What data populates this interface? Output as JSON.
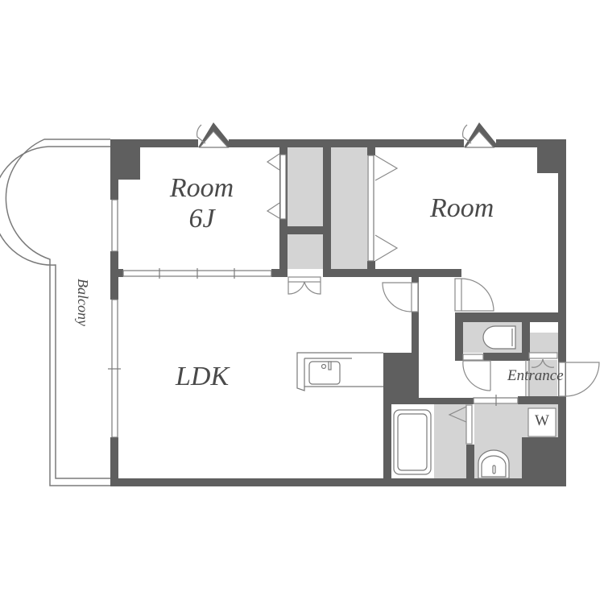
{
  "floor_plan": {
    "type": "apartment-floor-plan",
    "layout": "2LDK",
    "colors": {
      "wall": "#5f5f5f",
      "fixture_fill": "#d4d4d4",
      "background": "#ffffff",
      "line": "#8a8a8a",
      "text": "#4a4a4a"
    },
    "rooms": [
      {
        "id": "room-6j",
        "label_line1": "Room",
        "label_line2": "6J"
      },
      {
        "id": "room-east",
        "label": "Room"
      },
      {
        "id": "ldk",
        "label": "LDK"
      },
      {
        "id": "balcony",
        "label": "Balcony"
      },
      {
        "id": "entrance",
        "label": "Entrance"
      },
      {
        "id": "washer",
        "label": "W"
      }
    ],
    "fixtures": [
      "closet-left",
      "closet-upper-middle",
      "closet-lower-middle",
      "closet-right",
      "kitchen-sink",
      "toilet",
      "bathtub",
      "wash-basin",
      "washing-machine-space",
      "shoe-cabinet"
    ]
  }
}
